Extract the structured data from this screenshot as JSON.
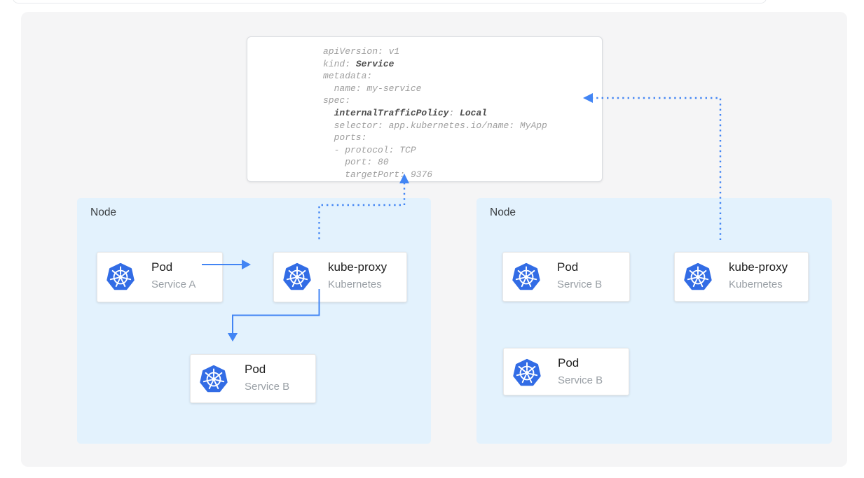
{
  "diagram_title": "kubernetes-service-internal-traffic-policy-diagram",
  "service_yaml": {
    "lines": [
      [
        {
          "text": "apiVersion: v1",
          "bold": false
        }
      ],
      [
        {
          "text": "kind: ",
          "bold": false
        },
        {
          "text": "Service",
          "bold": true
        }
      ],
      [
        {
          "text": "metadata:",
          "bold": false
        }
      ],
      [
        {
          "text": "  name: my-service",
          "bold": false
        }
      ],
      [
        {
          "text": "spec:",
          "bold": false
        }
      ],
      [
        {
          "text": "  ",
          "bold": false
        },
        {
          "text": "internalTrafficPolicy",
          "bold": true
        },
        {
          "text": ": ",
          "bold": false
        },
        {
          "text": "Local",
          "bold": true
        }
      ],
      [
        {
          "text": "  selector: app.kubernetes.io/name: MyApp",
          "bold": false
        }
      ],
      [
        {
          "text": "  ports:",
          "bold": false
        }
      ],
      [
        {
          "text": "  - protocol: TCP",
          "bold": false
        }
      ],
      [
        {
          "text": "    port: 80",
          "bold": false
        }
      ],
      [
        {
          "text": "    targetPort: 9376",
          "bold": false
        }
      ]
    ]
  },
  "nodes": [
    {
      "label": "Node",
      "cards": [
        {
          "title": "Pod",
          "subtitle": "Service A",
          "icon": "kubernetes-icon"
        },
        {
          "title": "kube-proxy",
          "subtitle": "Kubernetes",
          "icon": "kubernetes-icon"
        },
        {
          "title": "Pod",
          "subtitle": "Service B",
          "icon": "kubernetes-icon"
        }
      ]
    },
    {
      "label": "Node",
      "cards": [
        {
          "title": "Pod",
          "subtitle": "Service B",
          "icon": "kubernetes-icon"
        },
        {
          "title": "kube-proxy",
          "subtitle": "Kubernetes",
          "icon": "kubernetes-icon"
        },
        {
          "title": "Pod",
          "subtitle": "Service B",
          "icon": "kubernetes-icon"
        }
      ]
    }
  ],
  "arrows": [
    {
      "name": "pod-a-to-kube-proxy",
      "style": "solid"
    },
    {
      "name": "kube-proxy-to-pod-b",
      "style": "solid"
    },
    {
      "name": "left-kube-proxy-to-service-spec",
      "style": "dotted"
    },
    {
      "name": "right-kube-proxy-to-service-spec",
      "style": "dotted"
    }
  ],
  "colors": {
    "arrow_blue": "#4285f4",
    "kubernetes_blue": "#326ce5",
    "node_background": "#e3f2fd",
    "panel_background": "#f5f5f6",
    "code_gray": "#9e9e9e",
    "code_bold": "#4d4d4d",
    "title_text": "#212121",
    "subtitle_text": "#9aa0a6"
  }
}
